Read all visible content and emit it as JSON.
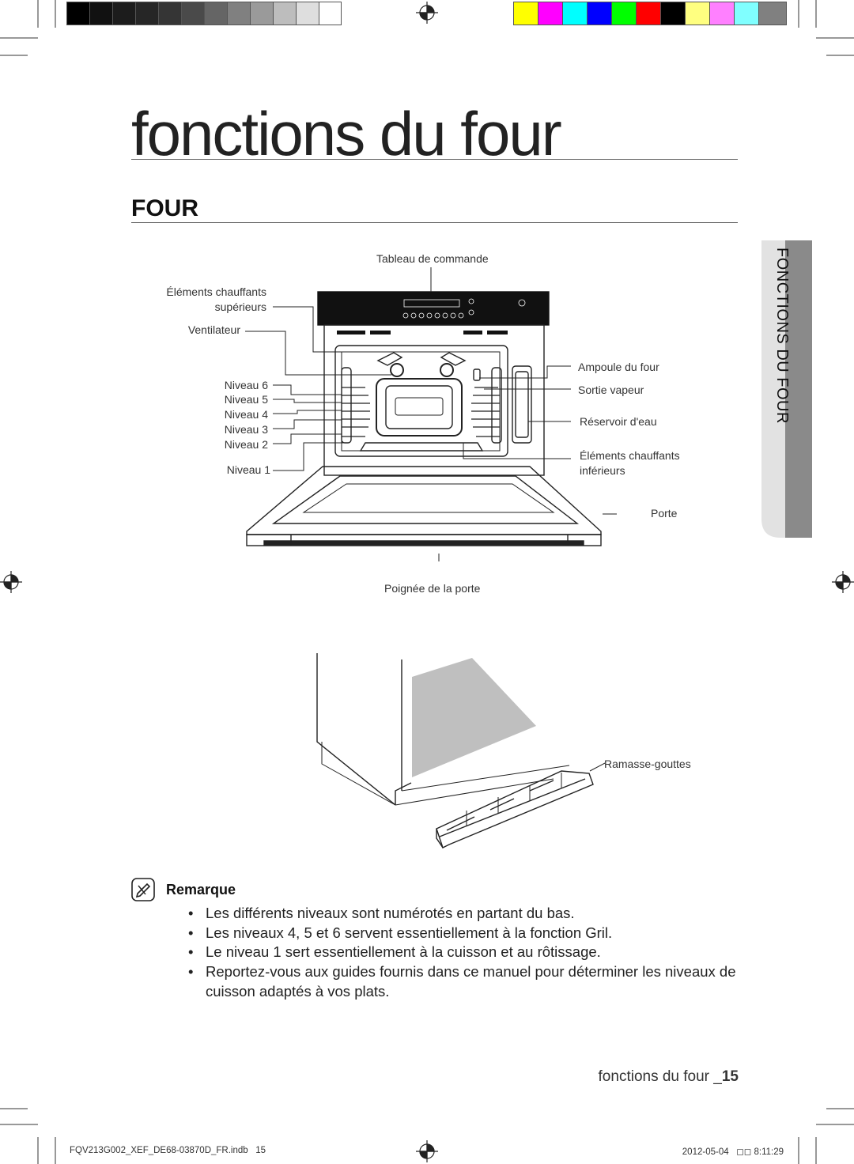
{
  "page": {
    "title": "fonctions du four",
    "section_heading": "FOUR",
    "side_tab": "FONCTIONS DU FOUR",
    "footer": {
      "label": "fonctions du four _",
      "page_number": "15"
    },
    "print_info": {
      "file": "FQV213G002_XEF_DE68-03870D_FR.indb   15",
      "datetime": "2012-05-04   ◻◻ 8:11:29"
    }
  },
  "colors": {
    "gray_bar": [
      "#000000",
      "#111111",
      "#1c1c1c",
      "#262626",
      "#353535",
      "#4a4a4a",
      "#656565",
      "#808080",
      "#9a9a9a",
      "#bdbdbd",
      "#dedede",
      "#ffffff"
    ],
    "color_bar": [
      "#ffff00",
      "#ff00ff",
      "#00ffff",
      "#0000ff",
      "#00ff00",
      "#ff0000",
      "#000000",
      "#ffff80",
      "#ff80ff",
      "#80ffff",
      "#808080"
    ],
    "tab_gray": "#8a8a8a",
    "tab_light": "#e2e2e2"
  },
  "diagram": {
    "labels": {
      "control_panel": "Tableau de commande",
      "upper_heating_line1": "Éléments chauffants",
      "upper_heating_line2": "supérieurs",
      "fan": "Ventilateur",
      "level6": "Niveau 6",
      "level5": "Niveau 5",
      "level4": "Niveau 4",
      "level3": "Niveau 3",
      "level2": "Niveau 2",
      "level1": "Niveau 1",
      "lamp": "Ampoule du four",
      "steam_outlet": "Sortie vapeur",
      "water_tank": "Réservoir d'eau",
      "lower_heating_line1": "Éléments chauffants",
      "lower_heating_line2": "inférieurs",
      "door": "Porte",
      "door_handle": "Poignée de la porte",
      "drip_tray": "Ramasse-gouttes"
    }
  },
  "note": {
    "title": "Remarque",
    "items": [
      "Les différents niveaux sont numérotés en partant du bas.",
      "Les niveaux 4, 5 et 6 servent essentiellement à la fonction Gril.",
      "Le niveau 1 sert essentiellement à la cuisson et au rôtissage.",
      "Reportez-vous aux guides fournis dans ce manuel pour déterminer les niveaux de cuisson adaptés à vos plats."
    ]
  }
}
